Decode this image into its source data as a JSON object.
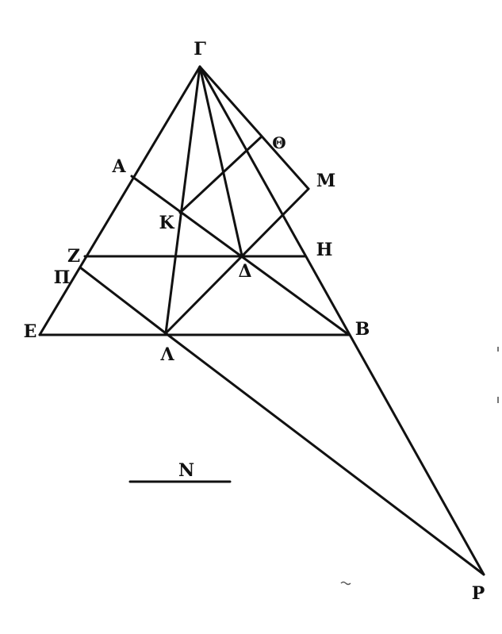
{
  "figure": {
    "labels": {
      "gamma": "Γ",
      "alpha": "A",
      "theta": "Θ",
      "mu": "M",
      "kappa": "K",
      "zeta": "Z",
      "eta": "H",
      "delta": "Δ",
      "pi": "Π",
      "epsilon": "E",
      "beta": "B",
      "lambda": "Λ",
      "rho": "P",
      "nu": "N"
    },
    "line_color": "#111111"
  }
}
